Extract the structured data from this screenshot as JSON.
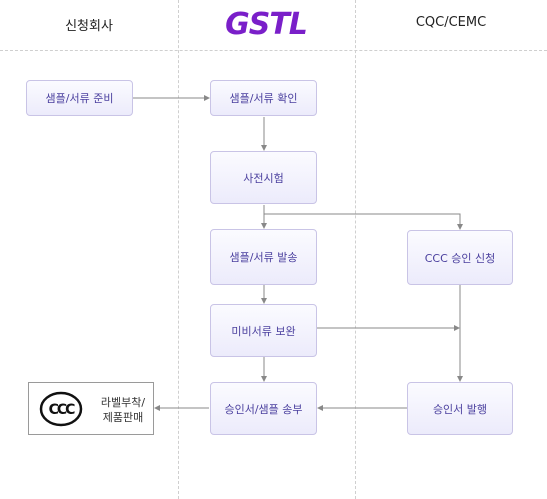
{
  "header": {
    "col1": "신청회사",
    "col2_logo": "GSTL",
    "col3": "CQC/CEMC"
  },
  "boxes": {
    "prepare": "샘플/서류 준비",
    "confirm": "샘플/서류 확인",
    "pretest": "사전시험",
    "send": "샘플/서류 발송",
    "supplement": "미비서류 보완",
    "approve_send": "승인서/샘플 송부",
    "apply": "CCC 승인 신청",
    "issue": "승인서 발행"
  },
  "certificate": {
    "mark": "CCC",
    "line1": "라벨부착/",
    "line2": "제품판매"
  },
  "colors": {
    "logo": "#7a1fc9",
    "box_text": "#4a3f9e",
    "box_border": "#c9c4e6",
    "connector": "#888888"
  }
}
